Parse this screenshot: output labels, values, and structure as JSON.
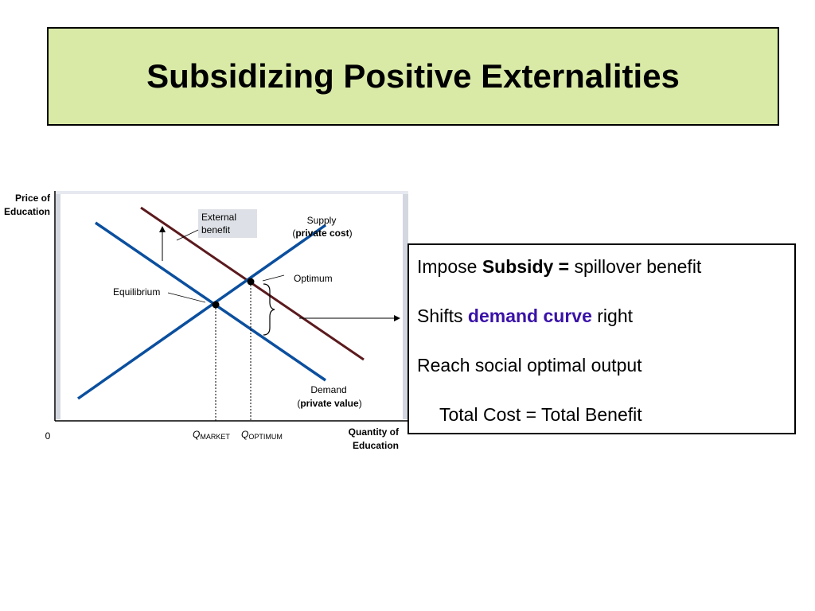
{
  "title": "Subsidizing Positive Externalities",
  "graph": {
    "y_axis_label_line1": "Price of",
    "y_axis_label_line2": "Education",
    "x_axis_label_line1": "Quantity of",
    "x_axis_label_line2": "Education",
    "origin_label": "0",
    "supply_label": "Supply",
    "supply_sub_open": "(",
    "supply_sub_bold": "private cost",
    "supply_sub_close": ")",
    "demand_label": "Demand",
    "demand_sub_open": "(",
    "demand_sub_bold": "private value",
    "demand_sub_close": ")",
    "external_benefit_line1": "External",
    "external_benefit_line2": "benefit",
    "equilibrium_label": "Equilibrium",
    "optimum_label": "Optimum",
    "q_market_q": "Q",
    "q_market_sub": "MARKET",
    "q_optimum_q": "Q",
    "q_optimum_sub": "OPTIMUM",
    "colors": {
      "supply": "#0b4f9e",
      "demand": "#0b4f9e",
      "social_value": "#5b1a1e",
      "axis_shadow": "#d3d7e0",
      "label_box": "#dde0e6"
    }
  },
  "info": {
    "line1_pre": "Impose ",
    "line1_bold": "Subsidy =",
    "line1_post": " spillover benefit",
    "line2_pre": "Shifts ",
    "line2_highlight": "demand curve",
    "line2_post": " right",
    "line3": "Reach social optimal output",
    "line4": "Total Cost = Total Benefit"
  }
}
